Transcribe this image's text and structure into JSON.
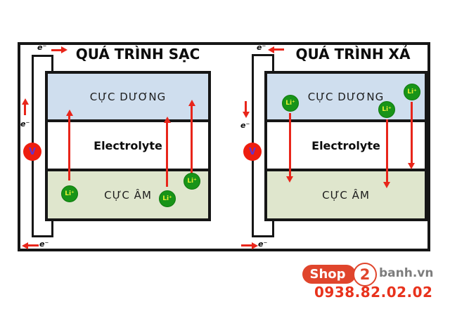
{
  "colors": {
    "frame_black": "#161616",
    "arrow_red": "#e8251a",
    "layer_blue": "#cfdeee",
    "layer_green": "#dfe6cd",
    "ion_green": "#189418",
    "ion_text_yellow": "#e6ee33",
    "volt_red": "#ee1d0e",
    "volt_text_purple": "#6633cc",
    "logo_red": "#e0452c",
    "phone_red": "#e8321c",
    "domain_gray": "#7d7d7d"
  },
  "panels": [
    {
      "title": "QUÁ TRÌNH SẠC",
      "positive": "CỰC DƯƠNG",
      "electrolyte": "Electrolyte",
      "negative": "CỰC ÂM",
      "electron": "e⁻",
      "voltmeter": "V",
      "ion": "Li⁺"
    },
    {
      "title": "QUÁ TRÌNH XẢ",
      "positive": "CỰC DƯƠNG",
      "electrolyte": "Electrolyte",
      "negative": "CỰC ÂM",
      "electron": "e⁻",
      "voltmeter": "V",
      "ion": "Li⁺"
    }
  ],
  "footer": {
    "logo_shop": "Shop",
    "logo_number": "2",
    "logo_domain": "banh.vn",
    "phone": "0938.82.02.02"
  }
}
